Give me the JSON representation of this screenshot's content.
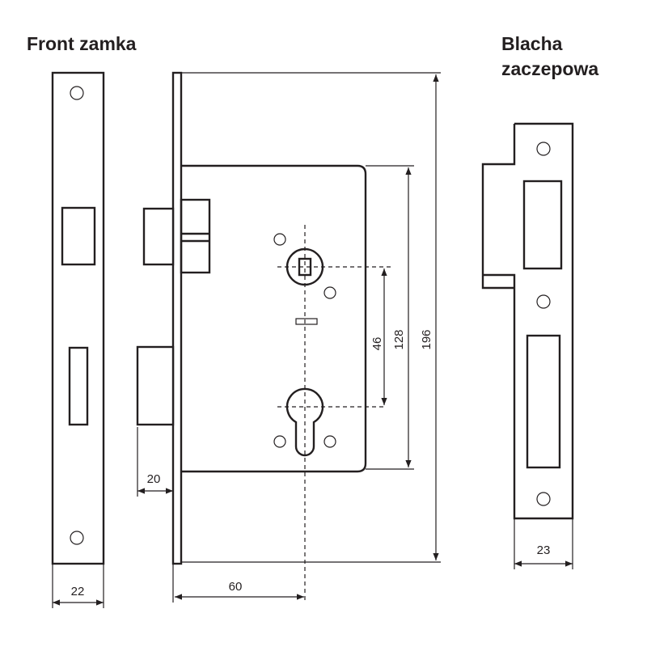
{
  "titles": {
    "front": "Front zamka",
    "strike_line1": "Blacha",
    "strike_line2": "zaczepowa"
  },
  "dimensions": {
    "front_width": "22",
    "strike_width": "23",
    "bolt_projection": "20",
    "backset": "60",
    "spindle_to_cylinder": "46",
    "body_height": "128",
    "faceplate_height": "196"
  },
  "colors": {
    "line": "#231f20",
    "background": "#ffffff"
  }
}
